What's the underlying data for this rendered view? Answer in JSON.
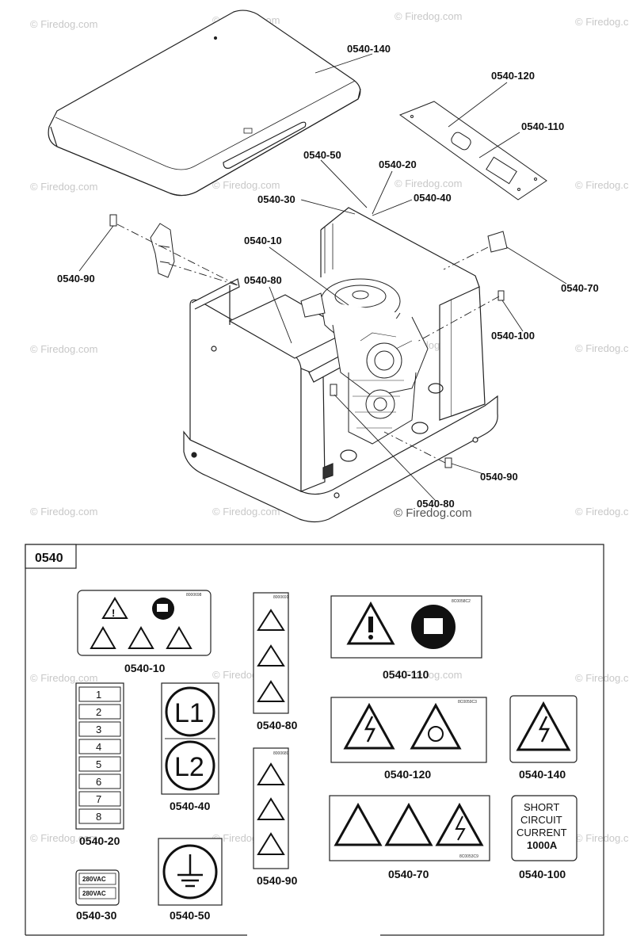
{
  "watermark": "© Firedog.com",
  "section_code": "0540",
  "callouts": {
    "c140": "0540-140",
    "c120": "0540-120",
    "c110": "0540-110",
    "c50": "0540-50",
    "c20": "0540-20",
    "c30": "0540-30",
    "c40": "0540-40",
    "c10": "0540-10",
    "c80": "0540-80",
    "c90a": "0540-90",
    "c70": "0540-70",
    "c100": "0540-100",
    "c90b": "0540-90",
    "c80b": "0540-80"
  },
  "decals": {
    "d10": "0540-10",
    "d110": "0540-110",
    "d80": "0540-80",
    "d120": "0540-120",
    "d140": "0540-140",
    "d20": "0540-20",
    "d40": "0540-40",
    "d90": "0540-90",
    "d70": "0540-70",
    "d100": "0540-100",
    "d30": "0540-30",
    "d50": "0540-50"
  },
  "decal_text": {
    "numbers": [
      "1",
      "2",
      "3",
      "4",
      "5",
      "6",
      "7",
      "8"
    ],
    "l1": "L1",
    "l2": "L2",
    "v1": "280VAC",
    "v2": "280VAC",
    "short_lines": [
      "SHORT",
      "CIRCUIT",
      "CURRENT",
      "1000A"
    ]
  }
}
